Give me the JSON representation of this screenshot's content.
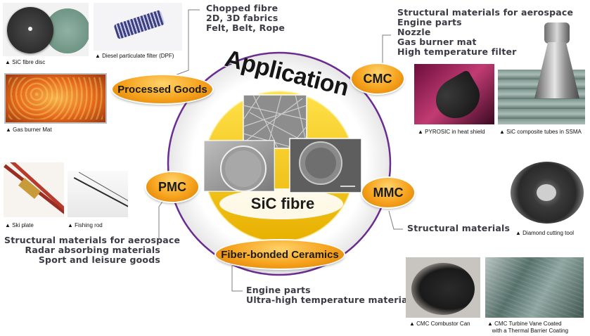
{
  "center": {
    "title": "Application",
    "label": "SiC fibre"
  },
  "ovals": {
    "processed": "Processed Goods",
    "cmc": "CMC",
    "pmc": "PMC",
    "mmc": "MMC",
    "fbc": "Fiber-bonded Ceramics"
  },
  "processed_list": [
    "Chopped fibre",
    "2D, 3D fabrics",
    "Felt, Belt, Rope"
  ],
  "cmc_list": [
    "Structural materials for aerospace",
    "Engine parts",
    "Nozzle",
    "Gas burner mat",
    "High temperature filter"
  ],
  "mmc_list": [
    "Structural materials"
  ],
  "pmc_list": [
    "Structural materials for aerospace",
    "Radar absorbing materials",
    "Sport and leisure goods"
  ],
  "fbc_list": [
    "Engine parts",
    "Ultra-high temperature materials"
  ],
  "captions": {
    "sic_disc": "SiC fibre disc",
    "dpf": "Diesel particulate filter (DPF)",
    "gas_burner": "Gas burner Mat",
    "pyrosic": "PYROSIC in heat shield",
    "ssma": "SiC composite tubes in SSMA",
    "ski": "Ski plate",
    "fishing": "Fishing rod",
    "diamond": "Diamond cutting tool",
    "combustor": "CMC Combustor Can",
    "vane_1": "CMC Turbine Vane Coated",
    "vane_2": "with a Thermal Barrier Coating"
  },
  "colors": {
    "ring": "#6a2c91",
    "oval": "#f6a21c",
    "center_yellow": "#f5c400",
    "text": "#3b3b46"
  }
}
